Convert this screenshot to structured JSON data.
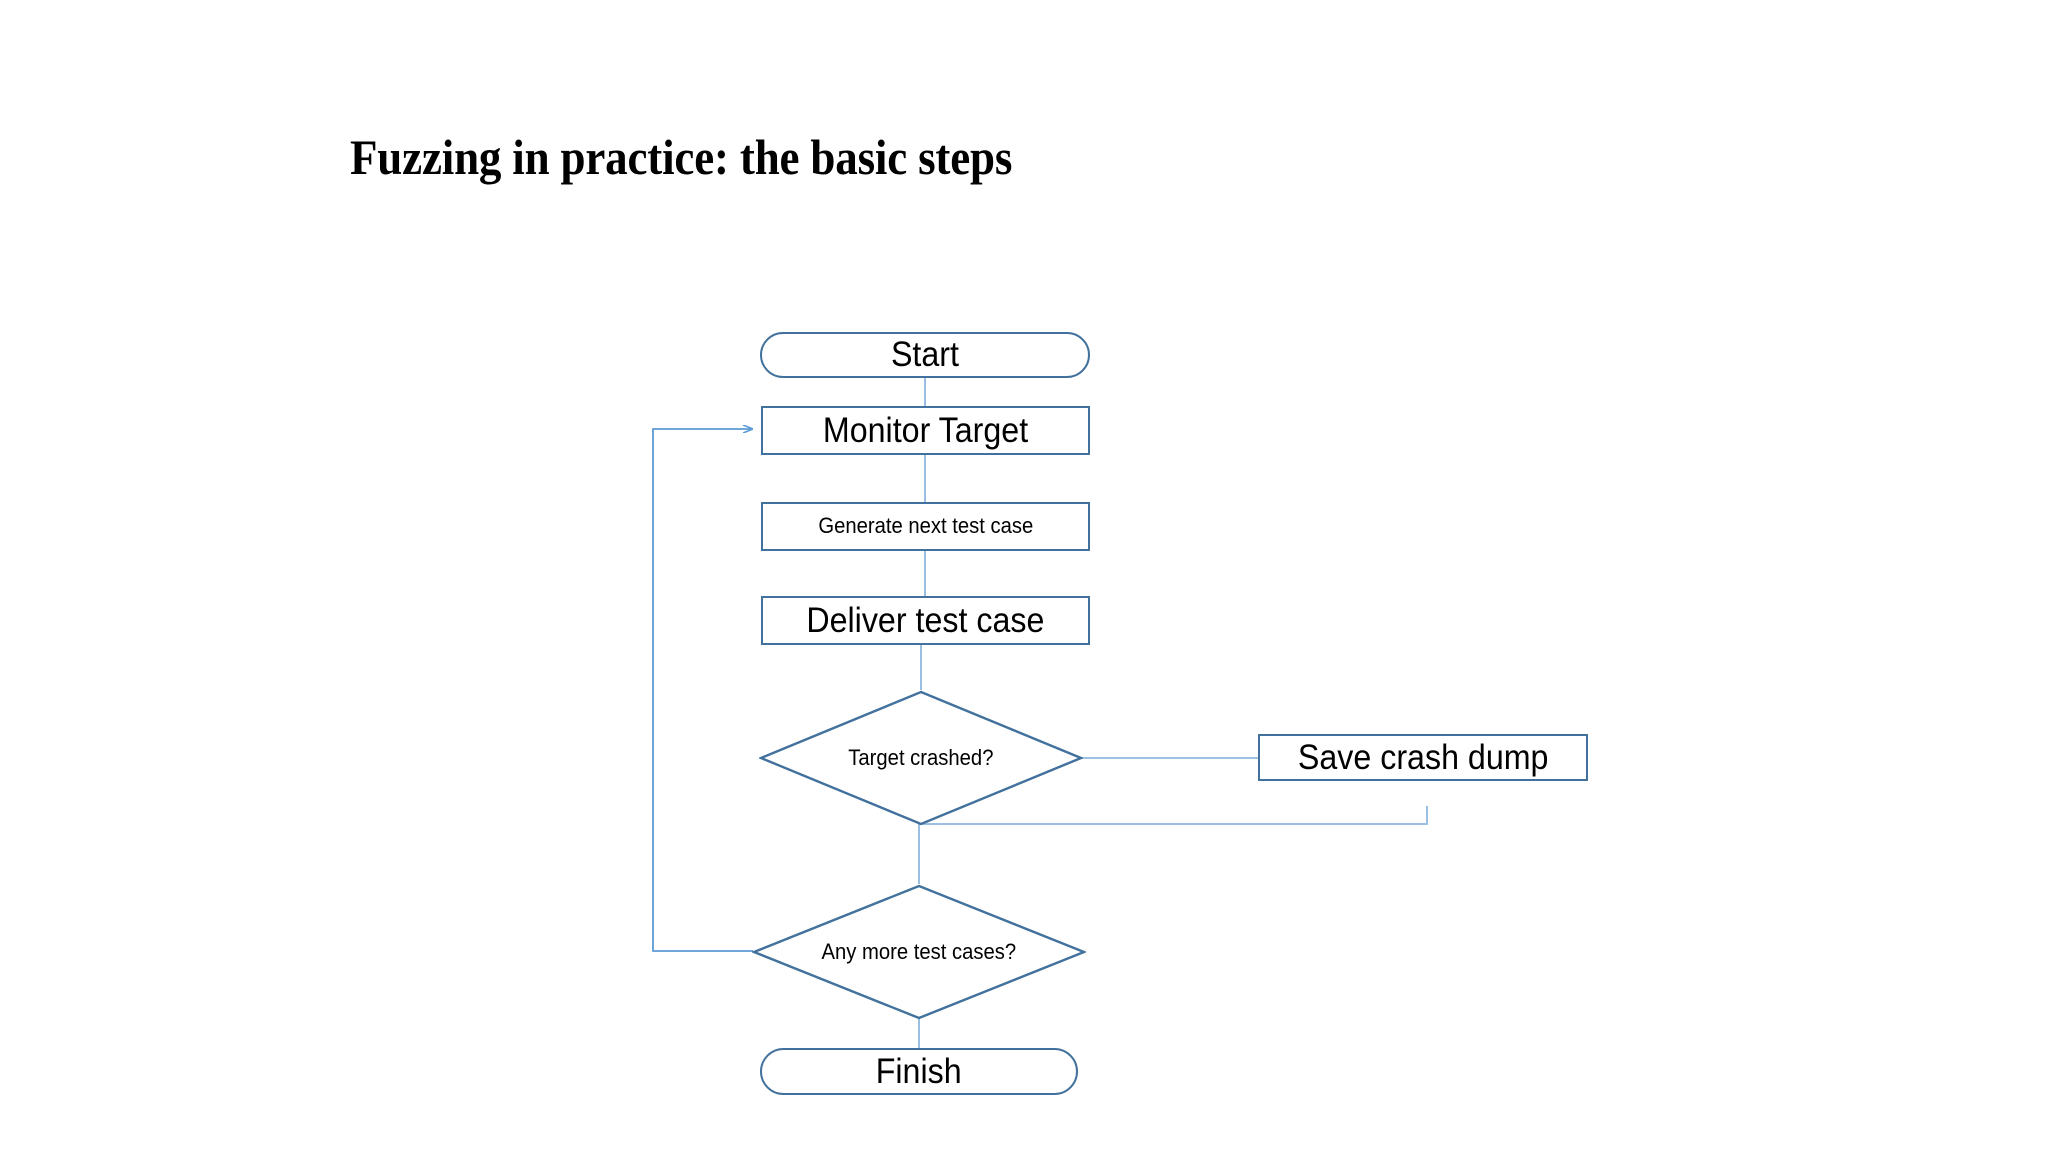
{
  "slide": {
    "title": "Fuzzing in practice: the basic steps",
    "background_color": "#ffffff"
  },
  "theme": {
    "node_border_color": "#41719C",
    "connector_color": "#8FB8DE",
    "text_color": "#000000"
  },
  "flowchart": {
    "nodes": [
      {
        "id": "start",
        "label": "Start",
        "shape": "pill"
      },
      {
        "id": "monitor",
        "label": "Monitor Target",
        "shape": "rect"
      },
      {
        "id": "generate",
        "label": "Generate next test case",
        "shape": "rect"
      },
      {
        "id": "deliver",
        "label": "Deliver test case",
        "shape": "rect"
      },
      {
        "id": "crashed",
        "label": "Target\ncrashed?",
        "shape": "diamond"
      },
      {
        "id": "savedump",
        "label": "Save crash dump",
        "shape": "rect"
      },
      {
        "id": "anymore",
        "label": "Any more\ntest cases?",
        "shape": "diamond"
      },
      {
        "id": "finish",
        "label": "Finish",
        "shape": "pill"
      }
    ],
    "edges": [
      {
        "from": "start",
        "to": "monitor",
        "arrow": false
      },
      {
        "from": "monitor",
        "to": "generate",
        "arrow": false
      },
      {
        "from": "generate",
        "to": "deliver",
        "arrow": false
      },
      {
        "from": "deliver",
        "to": "crashed",
        "arrow": false
      },
      {
        "from": "crashed",
        "to": "savedump",
        "arrow": false
      },
      {
        "from": "savedump",
        "to": "anymore",
        "arrow": false
      },
      {
        "from": "crashed",
        "to": "anymore",
        "arrow": false
      },
      {
        "from": "anymore",
        "to": "finish",
        "arrow": false
      },
      {
        "from": "anymore",
        "to": "monitor",
        "arrow": true
      }
    ]
  }
}
